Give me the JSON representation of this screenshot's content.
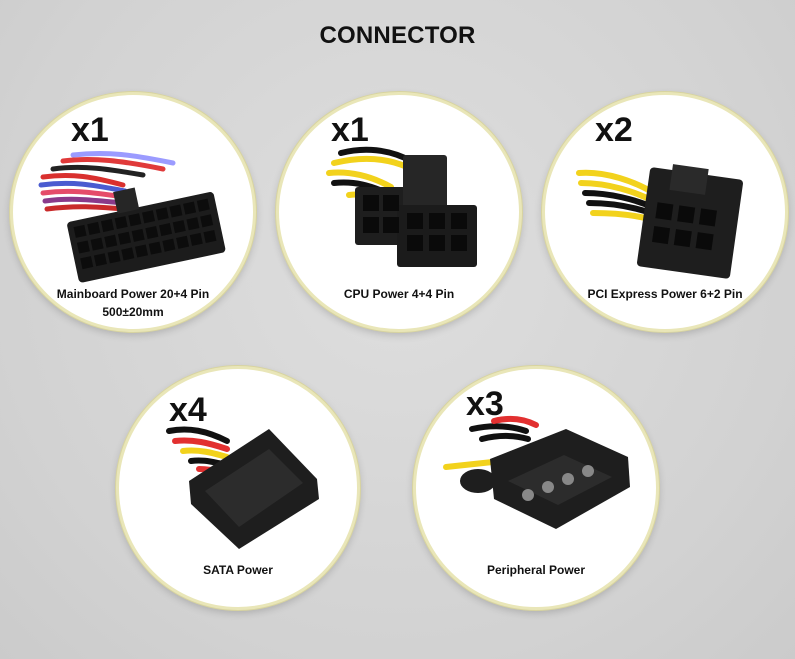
{
  "title": "CONNECTOR",
  "connectors": [
    {
      "quantity": "x1",
      "label": "Mainboard Power 20+4 Pin",
      "sublabel": "500±20mm"
    },
    {
      "quantity": "x1",
      "label": "CPU Power 4+4 Pin"
    },
    {
      "quantity": "x2",
      "label": "PCI Express Power 6+2 Pin"
    },
    {
      "quantity": "x4",
      "label": "SATA Power"
    },
    {
      "quantity": "x3",
      "label": "Peripheral Power"
    }
  ]
}
